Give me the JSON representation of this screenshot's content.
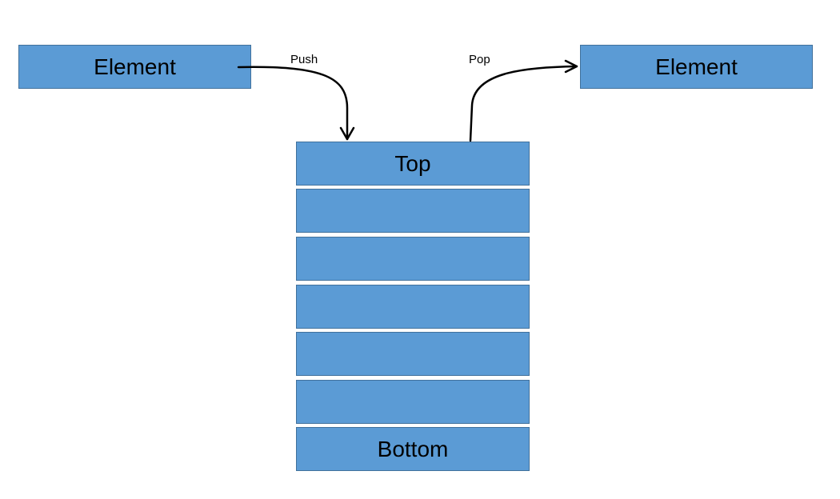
{
  "elements": {
    "push_source": "Element",
    "pop_target": "Element"
  },
  "operations": {
    "push": "Push",
    "pop": "Pop"
  },
  "stack": {
    "slots": [
      "Top",
      "",
      "",
      "",
      "",
      "",
      "Bottom"
    ]
  },
  "colors": {
    "box_fill": "#5b9bd5",
    "box_border": "#41719c",
    "arrow": "#000000"
  }
}
